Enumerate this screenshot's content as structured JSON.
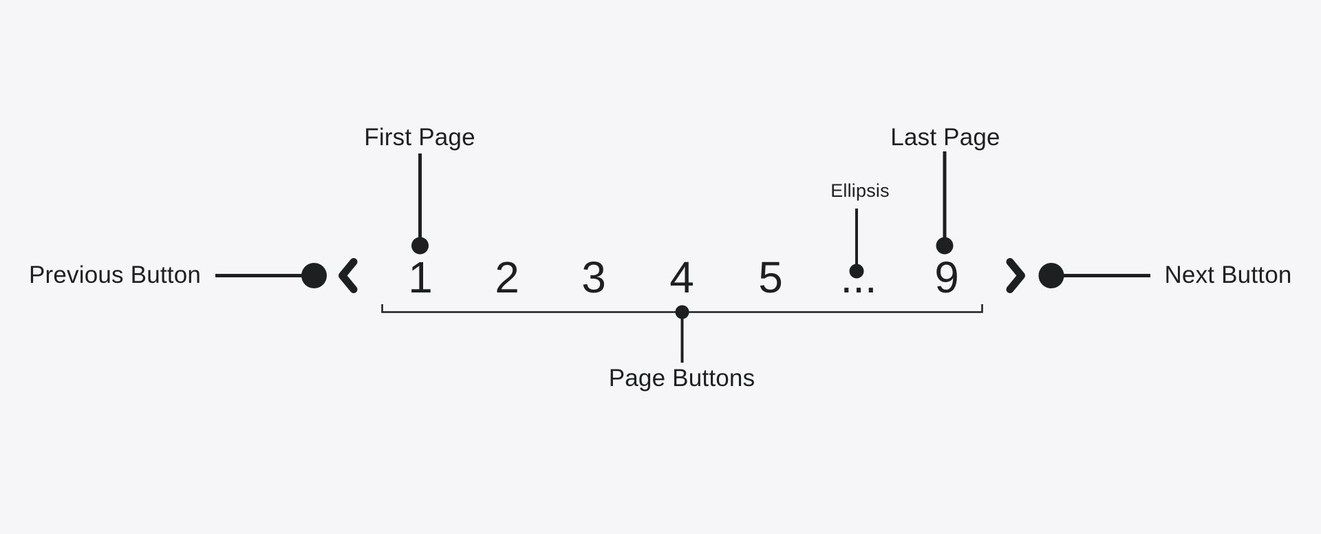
{
  "colors": {
    "background": "#f6f6f8",
    "ink": "#1e1f21"
  },
  "pagination": {
    "prev_icon": "chevron-left",
    "next_icon": "chevron-right",
    "pages": [
      "1",
      "2",
      "3",
      "4",
      "5",
      "...",
      "9"
    ],
    "first_page_value": "1",
    "last_page_value": "9",
    "ellipsis_glyph": "..."
  },
  "callouts": {
    "previous_button": {
      "label": "Previous Button"
    },
    "next_button": {
      "label": "Next Button"
    },
    "first_page": {
      "label": "First Page"
    },
    "last_page": {
      "label": "Last Page"
    },
    "ellipsis": {
      "label": "Ellipsis"
    },
    "page_buttons": {
      "label": "Page Buttons"
    }
  }
}
